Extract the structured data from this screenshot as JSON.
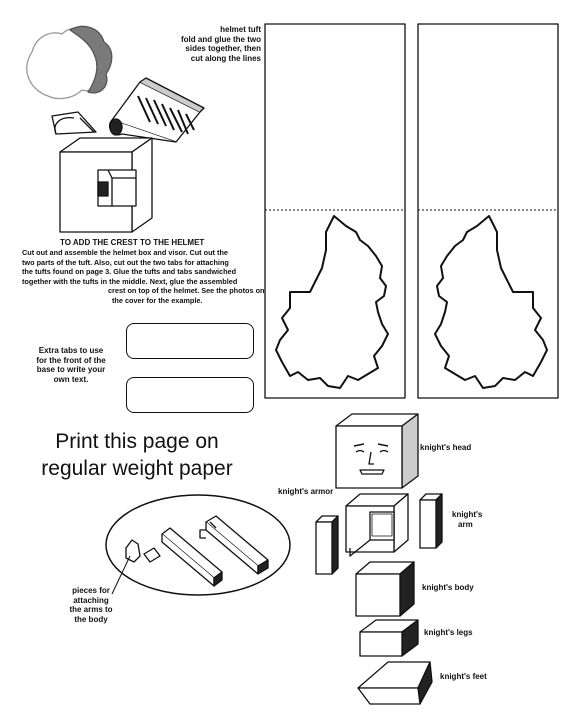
{
  "helmet_tuft": {
    "lines": [
      "helmet tuft",
      "fold and glue the two",
      "sides together, then",
      "cut along the lines"
    ]
  },
  "crest_instructions": {
    "heading": "TO ADD THE CREST TO THE HELMET",
    "lines": [
      "Cut out and assemble the helmet box and visor. Cut out the",
      "two parts of the tuft. Also, cut out the two tabs for attaching",
      "the tufts found on page 3. Glue the tufts and tabs sandwiched",
      "together with the tufts in the middle. Next, glue the assembled",
      "crest on top of the helmet. See the photos on",
      "the cover for the example."
    ]
  },
  "extra_tabs": {
    "lines": [
      "Extra tabs to use",
      "for the front of the",
      "base to write your",
      "own text."
    ]
  },
  "print_note": {
    "lines": [
      "Print this page on",
      "regular weight paper"
    ]
  },
  "pieces_note": {
    "lines": [
      "pieces for",
      "attaching",
      "the arms to",
      "the body"
    ]
  },
  "labels": {
    "head": "knight's head",
    "armor": "knight's armor",
    "arm_1": "knight's",
    "arm_2": "arm",
    "body": "knight's body",
    "legs": "knight's legs",
    "feet": "knight's feet"
  }
}
